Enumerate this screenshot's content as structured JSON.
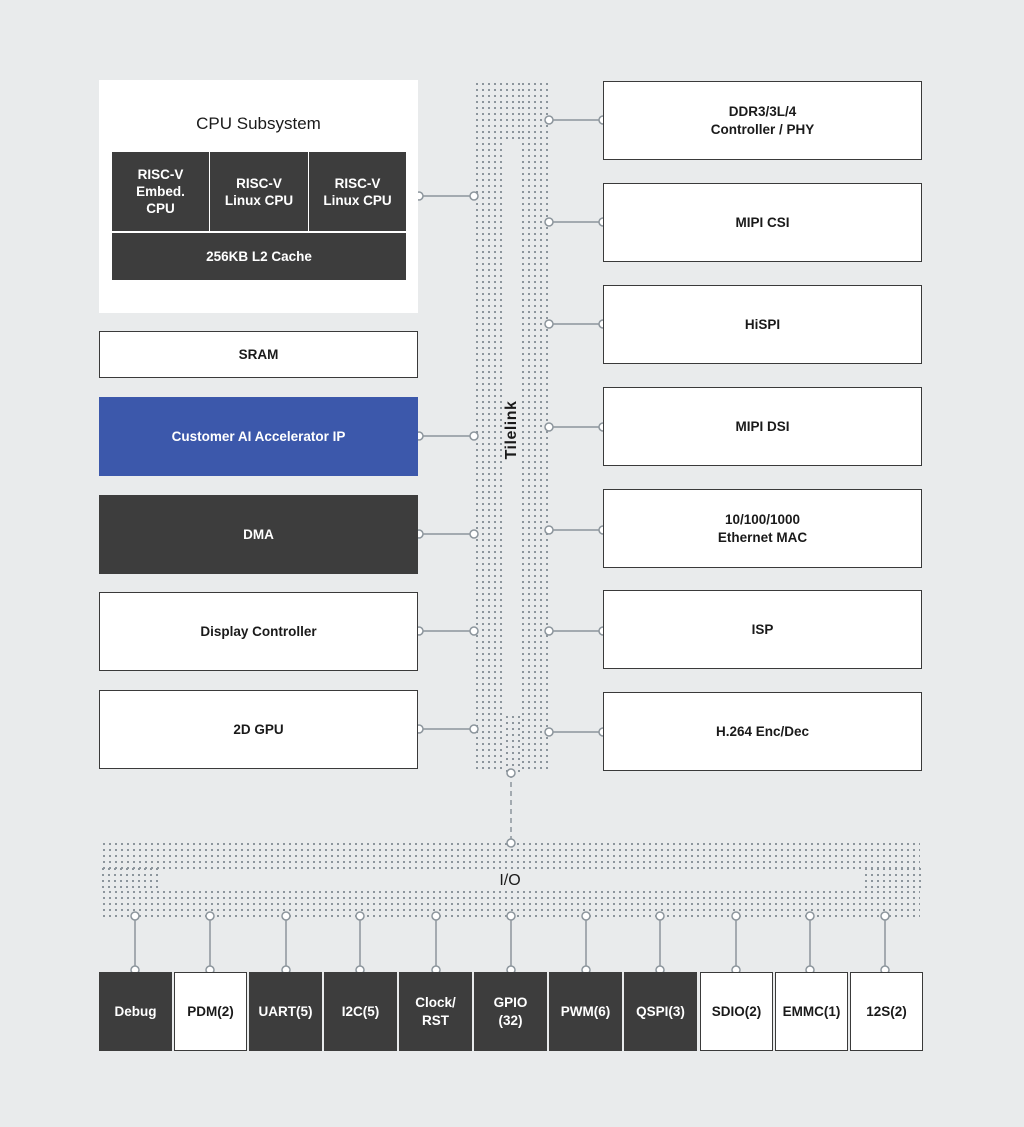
{
  "cpu_subsystem": {
    "title": "CPU Subsystem",
    "cores": [
      "RISC-V\nEmbed.\nCPU",
      "RISC-V\nLinux CPU",
      "RISC-V\nLinux CPU"
    ],
    "cache": "256KB L2 Cache"
  },
  "bus_label": "Tilelink",
  "io_label": "I/O",
  "left_blocks": [
    {
      "label": "SRAM",
      "style": "light"
    },
    {
      "label": "Customer AI Accelerator IP",
      "style": "blue"
    },
    {
      "label": "DMA",
      "style": "dark"
    },
    {
      "label": "Display Controller",
      "style": "light"
    },
    {
      "label": "2D GPU",
      "style": "light"
    }
  ],
  "right_blocks": [
    {
      "label": "DDR3/3L/4\nController / PHY"
    },
    {
      "label": "MIPI CSI"
    },
    {
      "label": "HiSPI"
    },
    {
      "label": "MIPI DSI"
    },
    {
      "label": "10/100/1000\nEthernet MAC"
    },
    {
      "label": "ISP"
    },
    {
      "label": "H.264 Enc/Dec"
    }
  ],
  "io_blocks": [
    {
      "label": "Debug",
      "style": "dark"
    },
    {
      "label": "PDM(2)",
      "style": "light"
    },
    {
      "label": "UART(5)",
      "style": "dark"
    },
    {
      "label": "I2C(5)",
      "style": "dark"
    },
    {
      "label": "Clock/\nRST",
      "style": "dark"
    },
    {
      "label": "GPIO\n(32)",
      "style": "dark"
    },
    {
      "label": "PWM(6)",
      "style": "dark"
    },
    {
      "label": "QSPI(3)",
      "style": "dark"
    },
    {
      "label": "SDIO(2)",
      "style": "light"
    },
    {
      "label": "EMMC(1)",
      "style": "light"
    },
    {
      "label": "12S(2)",
      "style": "light"
    }
  ],
  "colors": {
    "wire": "#8c959c",
    "dark": "#3d3d3d",
    "accent": "#3c58ab",
    "background": "#e9ebec"
  }
}
